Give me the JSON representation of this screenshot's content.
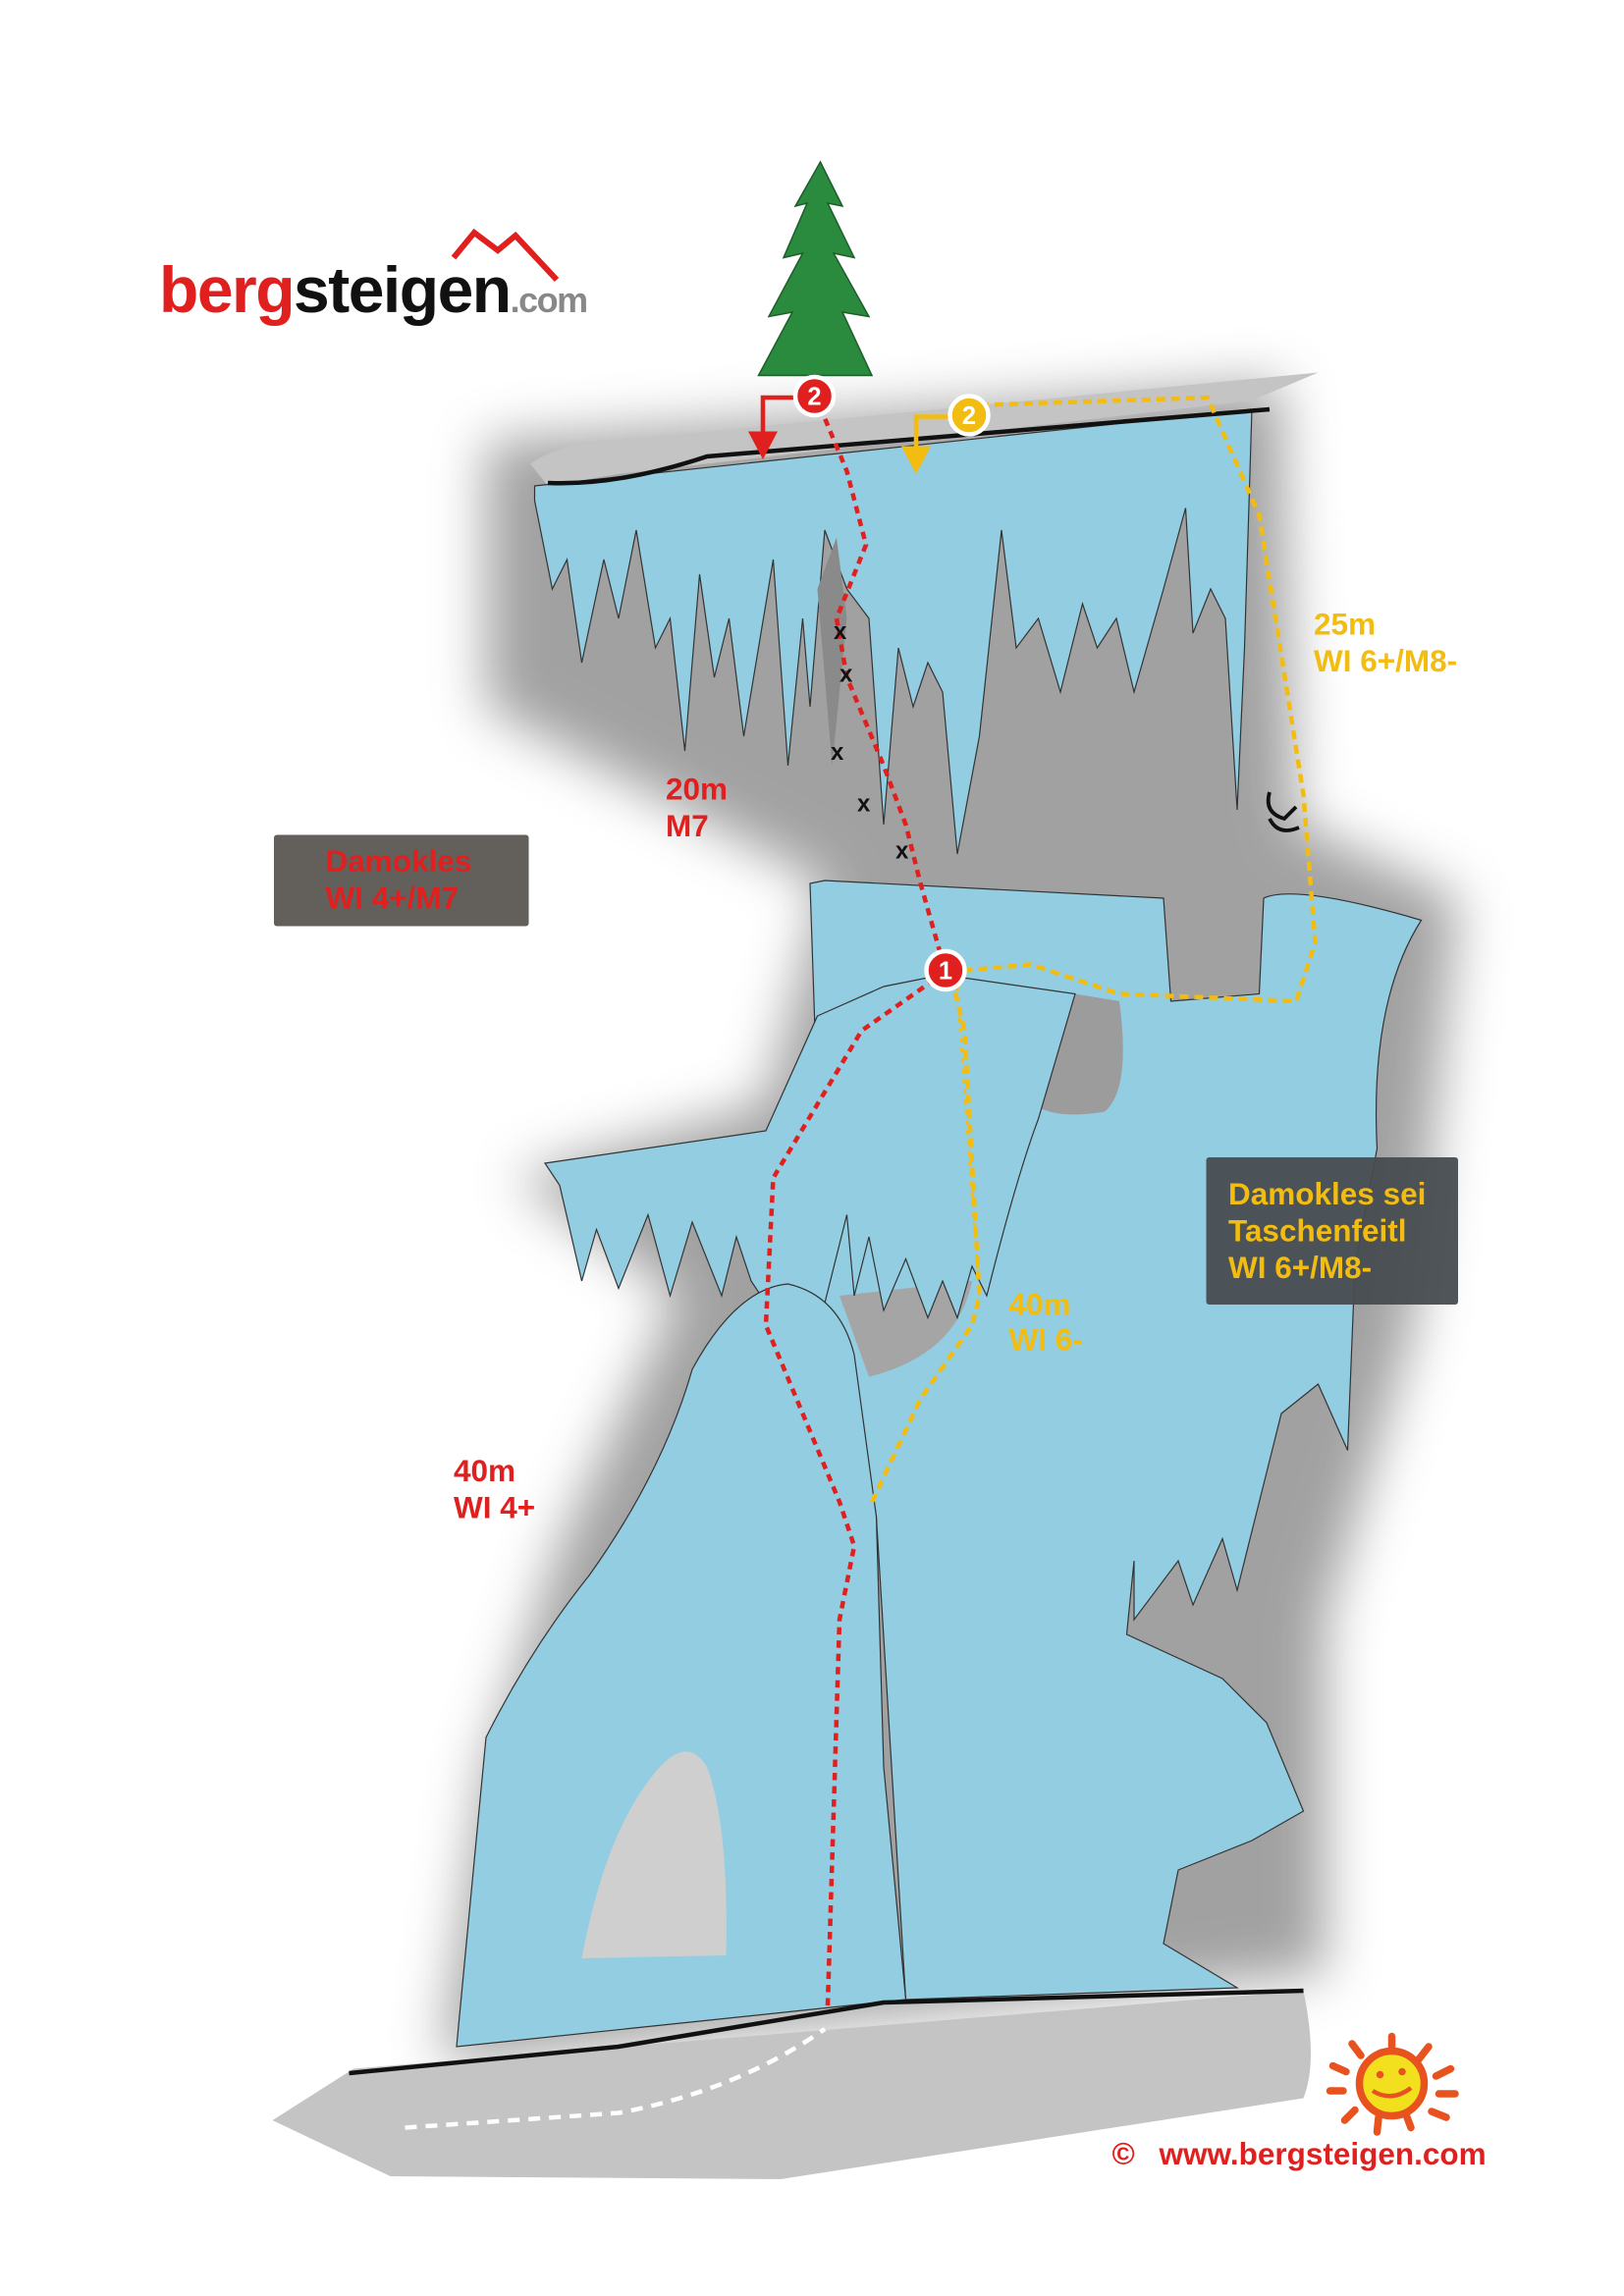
{
  "logo": {
    "part1": "berg",
    "part2": "steigen",
    "part3": ".com"
  },
  "routes": {
    "damokles": {
      "name": "Damokles",
      "grade": "WI 4+/M7",
      "color": "#e0201e",
      "pitches": [
        {
          "number": "1",
          "length": "40m",
          "grade": "WI 4+"
        },
        {
          "number": "2",
          "length": "20m",
          "grade": "M7"
        }
      ]
    },
    "taschenfeitl": {
      "name_line1": "Damokles sei",
      "name_line2": "Taschenfeitl",
      "grade": "WI 6+/M8-",
      "color": "#f2bd10",
      "pitches": [
        {
          "length": "40m",
          "grade": "WI 6-"
        },
        {
          "number": "2",
          "length": "25m",
          "grade": "WI 6+/M8-"
        }
      ]
    }
  },
  "bolt_marker": "x",
  "footer": {
    "copyright": "©",
    "url": "www.bergsteigen.com"
  },
  "colors": {
    "ice": "#93cde2",
    "rock": "#c4c4c4",
    "box": "#635f5b"
  }
}
